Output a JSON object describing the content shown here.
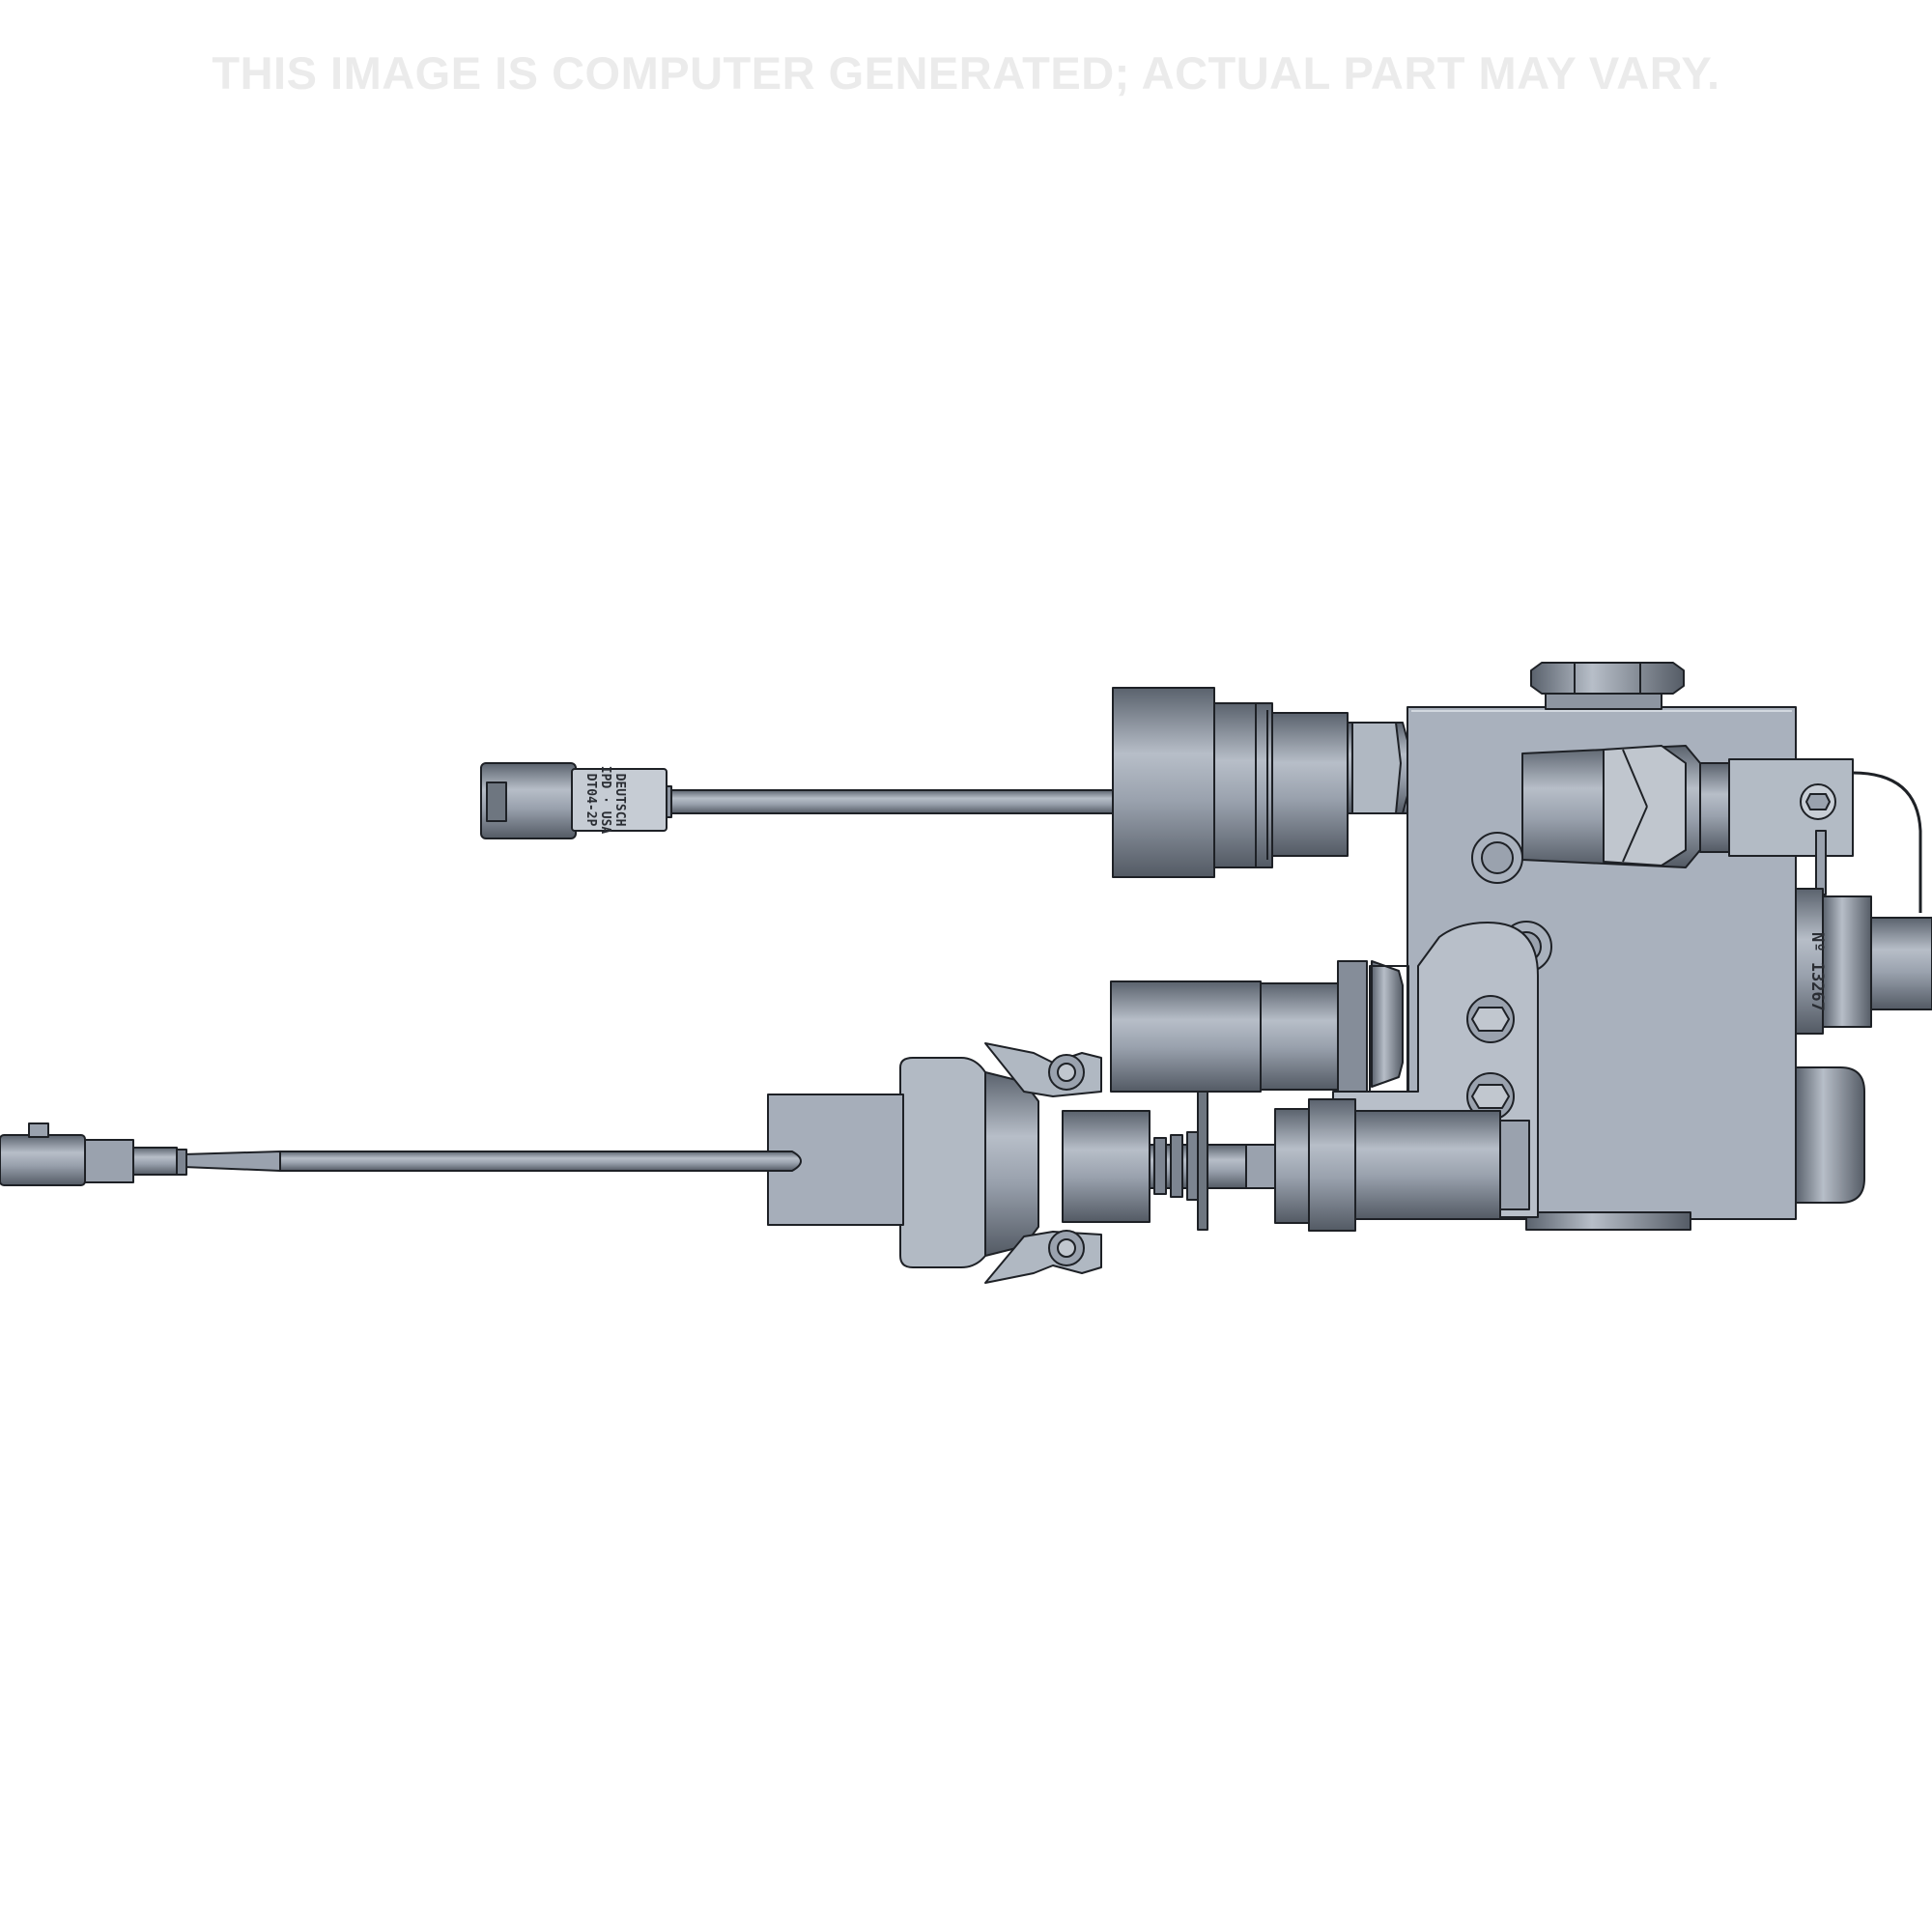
{
  "disclaimer": "THIS IMAGE IS COMPUTER GENERATED; ACTUAL PART MAY VARY.",
  "labels": {
    "connector_line1": "DEUTSCH",
    "connector_line2": "IPD · USA",
    "connector_line3": "DT04-2P",
    "serial": "Nº 13267"
  },
  "colors": {
    "body": "#a9b1bd",
    "dark": "#5e6671",
    "mid": "#8a929e",
    "light": "#c4cad3",
    "outline": "#1e2126"
  }
}
